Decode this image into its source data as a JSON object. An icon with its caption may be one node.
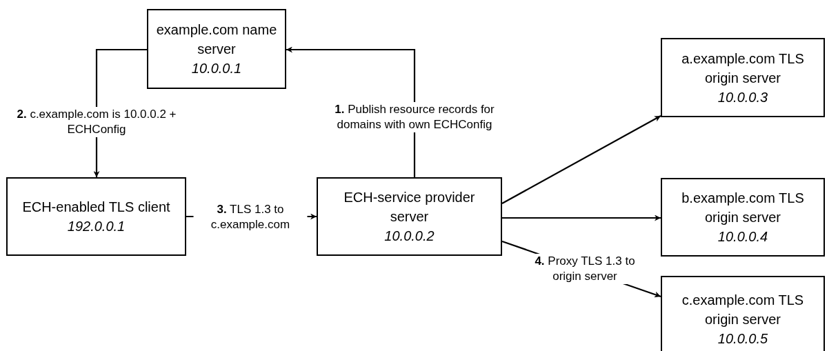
{
  "diagram": {
    "nodes": [
      {
        "text": [
          "example.com name server",
          "10.0.0.1"
        ]
      },
      {
        "text": [
          "ECH-enabled TLS client",
          "192.0.0.1"
        ]
      },
      {
        "text": [
          "ECH-service provider server",
          "10.0.0.2"
        ]
      },
      {
        "text": [
          "a.example.com TLS origin server",
          "10.0.0.3"
        ]
      },
      {
        "text": [
          "b.example.com TLS origin server",
          "10.0.0.4"
        ]
      },
      {
        "text": [
          "c.example.com TLS origin server",
          "10.0.0.5"
        ]
      }
    ],
    "edges": [
      {
        "from": 2,
        "to": 0,
        "arrow": "to",
        "label": "**1.** Publish resource records for domains with own ECHConfig"
      },
      {
        "from": 0,
        "to": 1,
        "arrow": "to",
        "label": "**2.** c.example.com is 10.0.0.2 + ECHConfig"
      },
      {
        "from": 1,
        "to": 2,
        "arrow": "to",
        "label": "**3.** TLS 1.3 to c.example.com"
      },
      {
        "from": 2,
        "to": 3,
        "arrow": "to"
      },
      {
        "from": 2,
        "to": 4,
        "arrow": "to"
      },
      {
        "from": 2,
        "to": 5,
        "arrow": "to",
        "label": "**4.** Proxy TLS 1.3 to origin server"
      }
    ]
  }
}
